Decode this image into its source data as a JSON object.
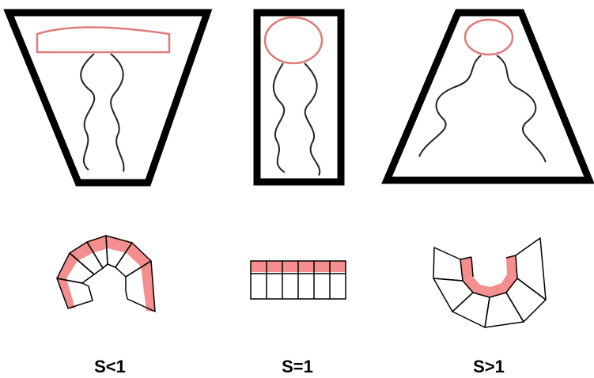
{
  "colors": {
    "outline": "#000000",
    "head_stroke": "#e07a7a",
    "head_fill": "#f58e8e",
    "background": "#ffffff"
  },
  "panels": [
    {
      "label": "S<1"
    },
    {
      "label": "S=1"
    },
    {
      "label": "S>1"
    }
  ]
}
